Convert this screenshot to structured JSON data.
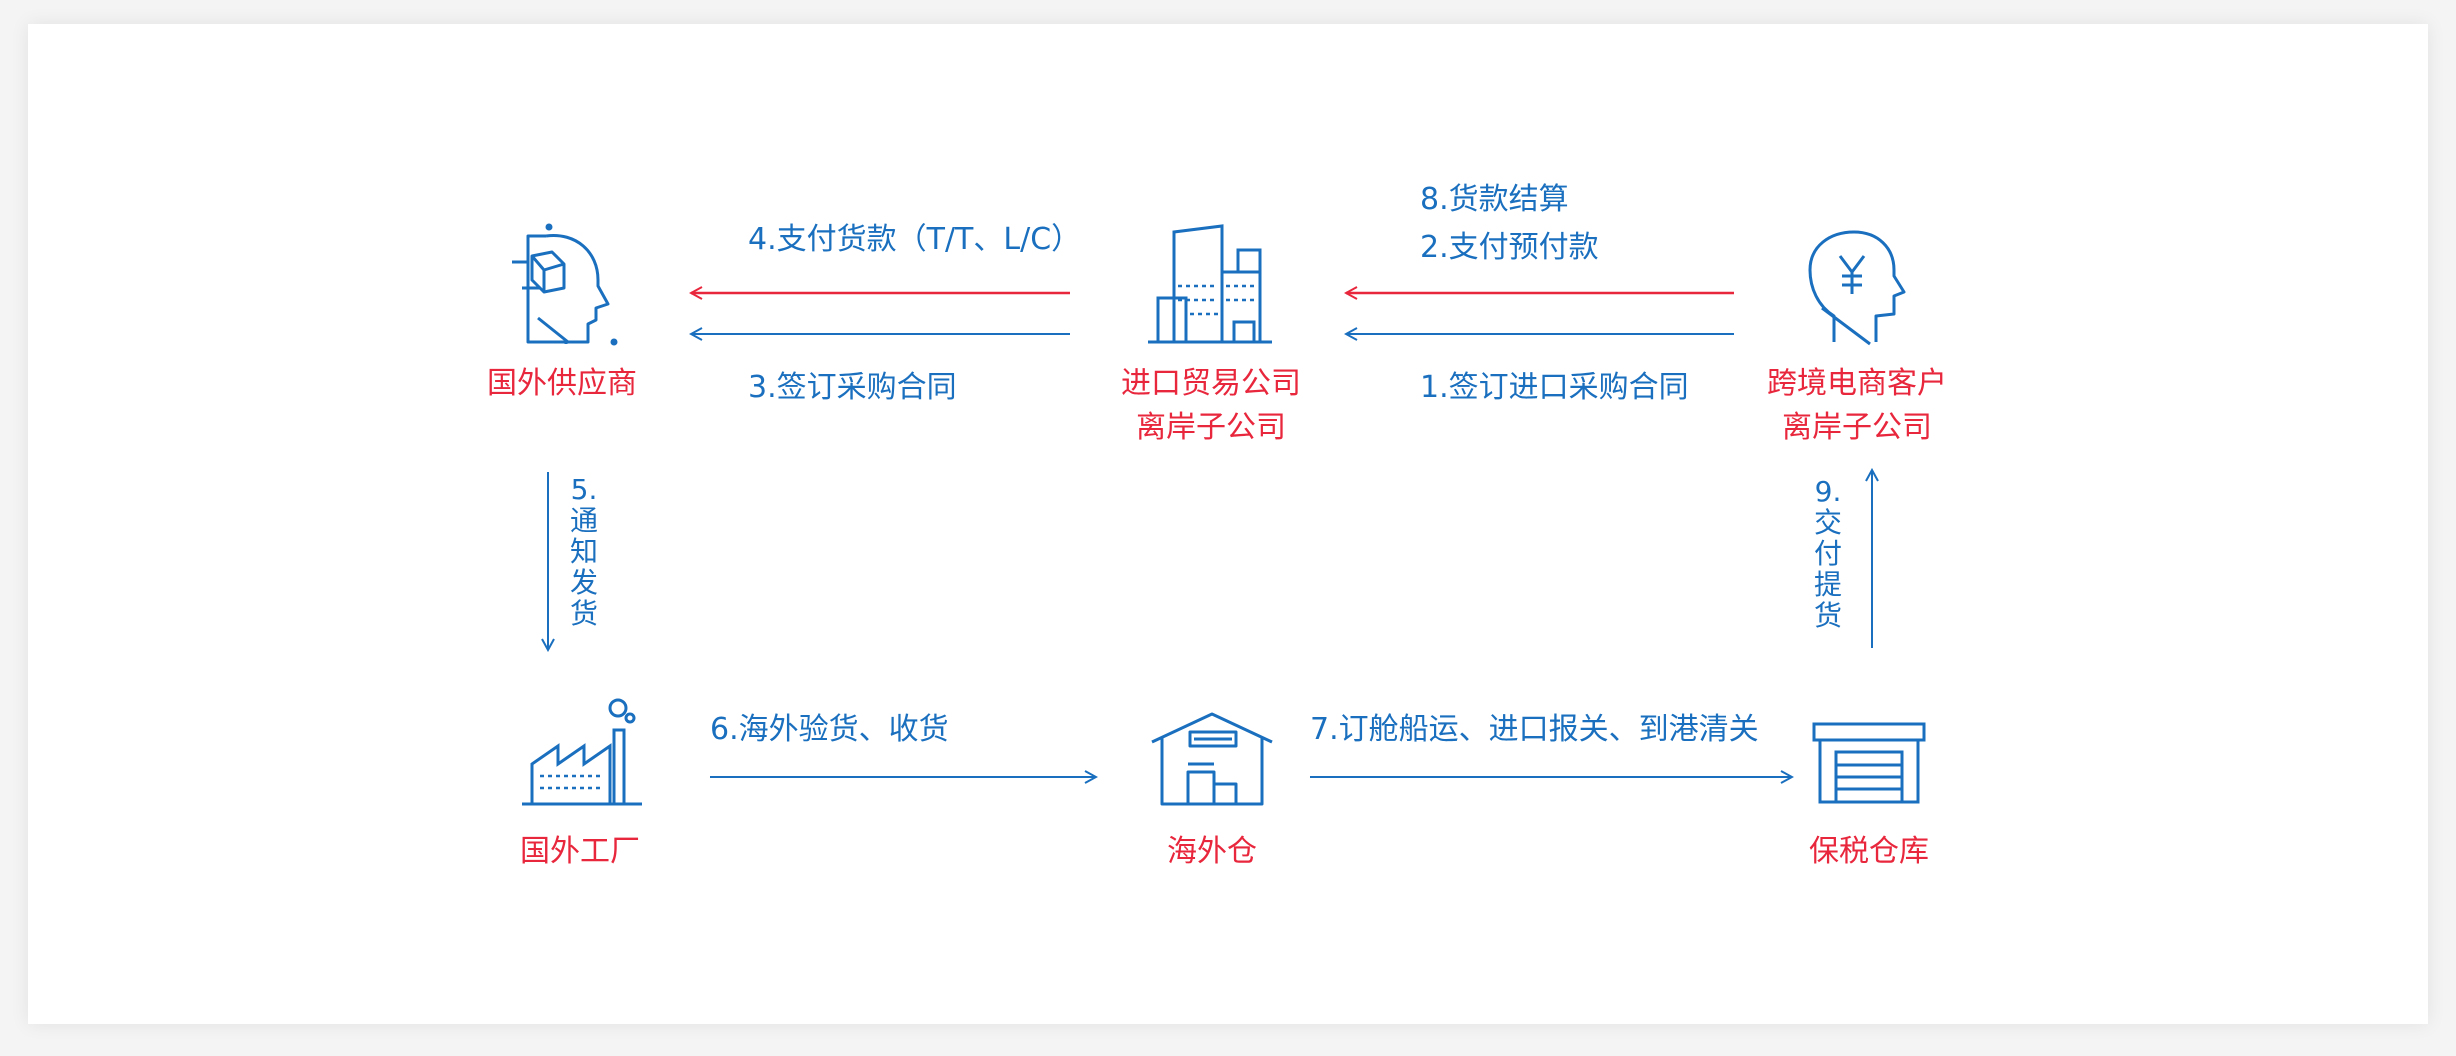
{
  "colors": {
    "blue": "#1a6fbe",
    "red": "#e8263c"
  },
  "nodes": {
    "foreign_supplier": {
      "label": "国外供应商",
      "icon": "head-cube-icon"
    },
    "import_trade_company": {
      "line1": "进口贸易公司",
      "line2": "离岸子公司",
      "icon": "office-building-icon"
    },
    "ecommerce_customer": {
      "line1": "跨境电商客户",
      "line2": "离岸子公司",
      "icon": "head-yen-icon"
    },
    "foreign_factory": {
      "label": "国外工厂",
      "icon": "factory-icon"
    },
    "overseas_warehouse": {
      "label": "海外仓",
      "icon": "warehouse-icon"
    },
    "bonded_warehouse": {
      "label": "保税仓库",
      "icon": "bonded-storage-icon"
    }
  },
  "steps": {
    "s1": "1.签订进口采购合同",
    "s2": "2.支付预付款",
    "s3": "3.签订采购合同",
    "s4": "4.支付货款（T/T、L/C）",
    "s5": "5.通知发货",
    "s6": "6.海外验货、收货",
    "s7": "7.订舱船运、进口报关、到港清关",
    "s8": "8.货款结算",
    "s9": "9.交付提货"
  }
}
